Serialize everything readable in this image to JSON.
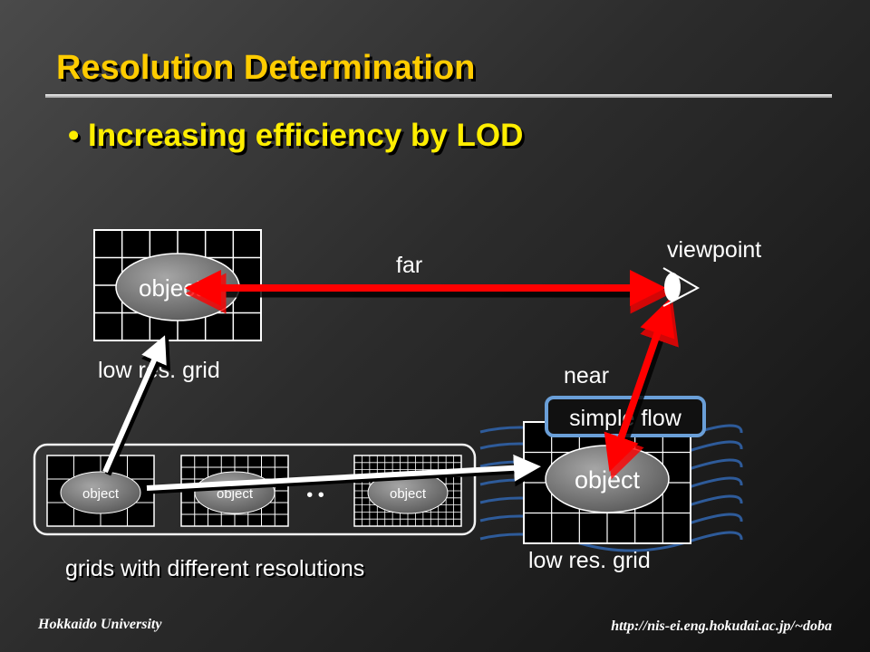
{
  "slide": {
    "title": "Resolution Determination",
    "bullet_marker": "•",
    "bullet": "Increasing efficiency by LOD"
  },
  "diagram": {
    "top_grid": {
      "object_label": "object",
      "caption": "low res. grid"
    },
    "right_grid": {
      "object_label": "object",
      "caption": "low res. grid"
    },
    "grid_group": {
      "object_labels": [
        "object",
        "object",
        "object"
      ],
      "ellipsis": "• •",
      "caption": "grids with different resolutions"
    },
    "viewpoint_label": "viewpoint",
    "far_label": "far",
    "near_label": "near",
    "flow_label": "simple flow"
  },
  "footer": {
    "left": "Hokkaido University",
    "right": "http://nis-ei.eng.hokudai.ac.jp/~doba"
  },
  "colors": {
    "title": "#ffcc00",
    "bullet": "#ffee00",
    "arrow": "#ff0000",
    "flow_lines": "#2e5b9a",
    "flow_box_border": "#6a9fd8",
    "object_fill": "#808080"
  }
}
